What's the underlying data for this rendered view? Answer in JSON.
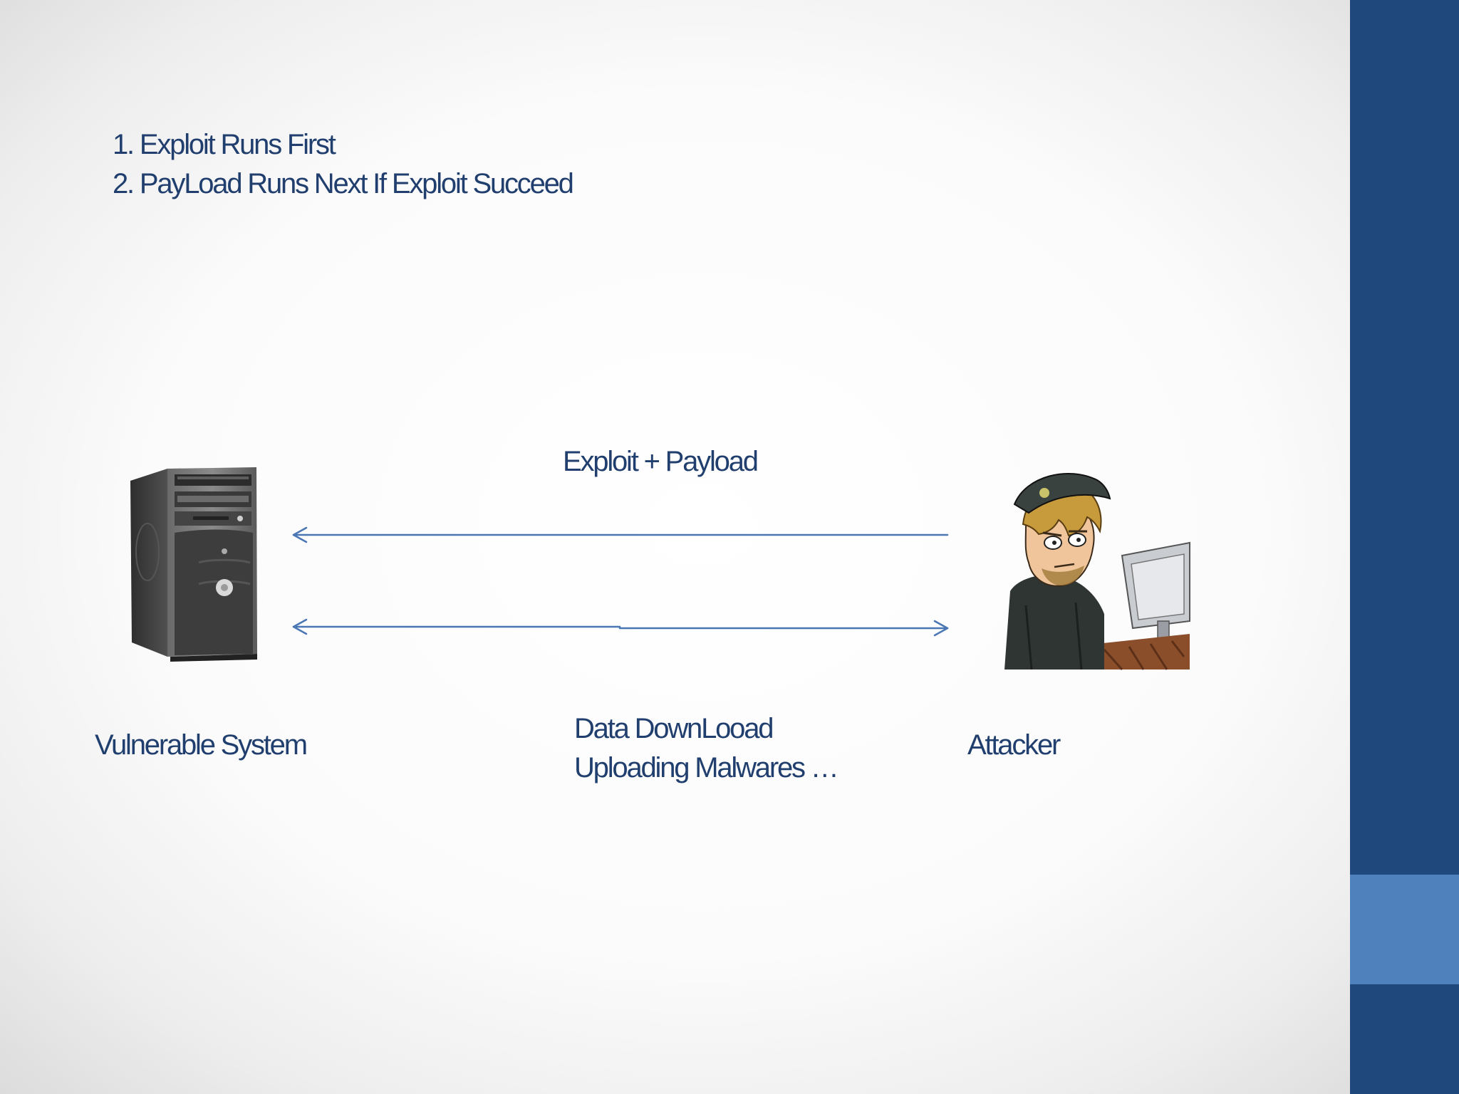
{
  "slide": {
    "steps": [
      "1. Exploit Runs First",
      "2. PayLoad Runs Next If  Exploit Succeed"
    ]
  },
  "diagram": {
    "arrow_top_label": "Exploit + Payload",
    "arrow_bottom_labels": [
      "Data DownLooad",
      "Uploading Malwares …"
    ],
    "left_node_label": "Vulnerable System",
    "right_node_label": "Attacker",
    "left_node_icon": "server-tower-icon",
    "right_node_icon": "hacker-at-computer-icon"
  },
  "colors": {
    "text": "#213f6e",
    "arrow": "#4a76b3",
    "sidebar_dark": "#1f497d",
    "sidebar_accent": "#4f81bd"
  }
}
